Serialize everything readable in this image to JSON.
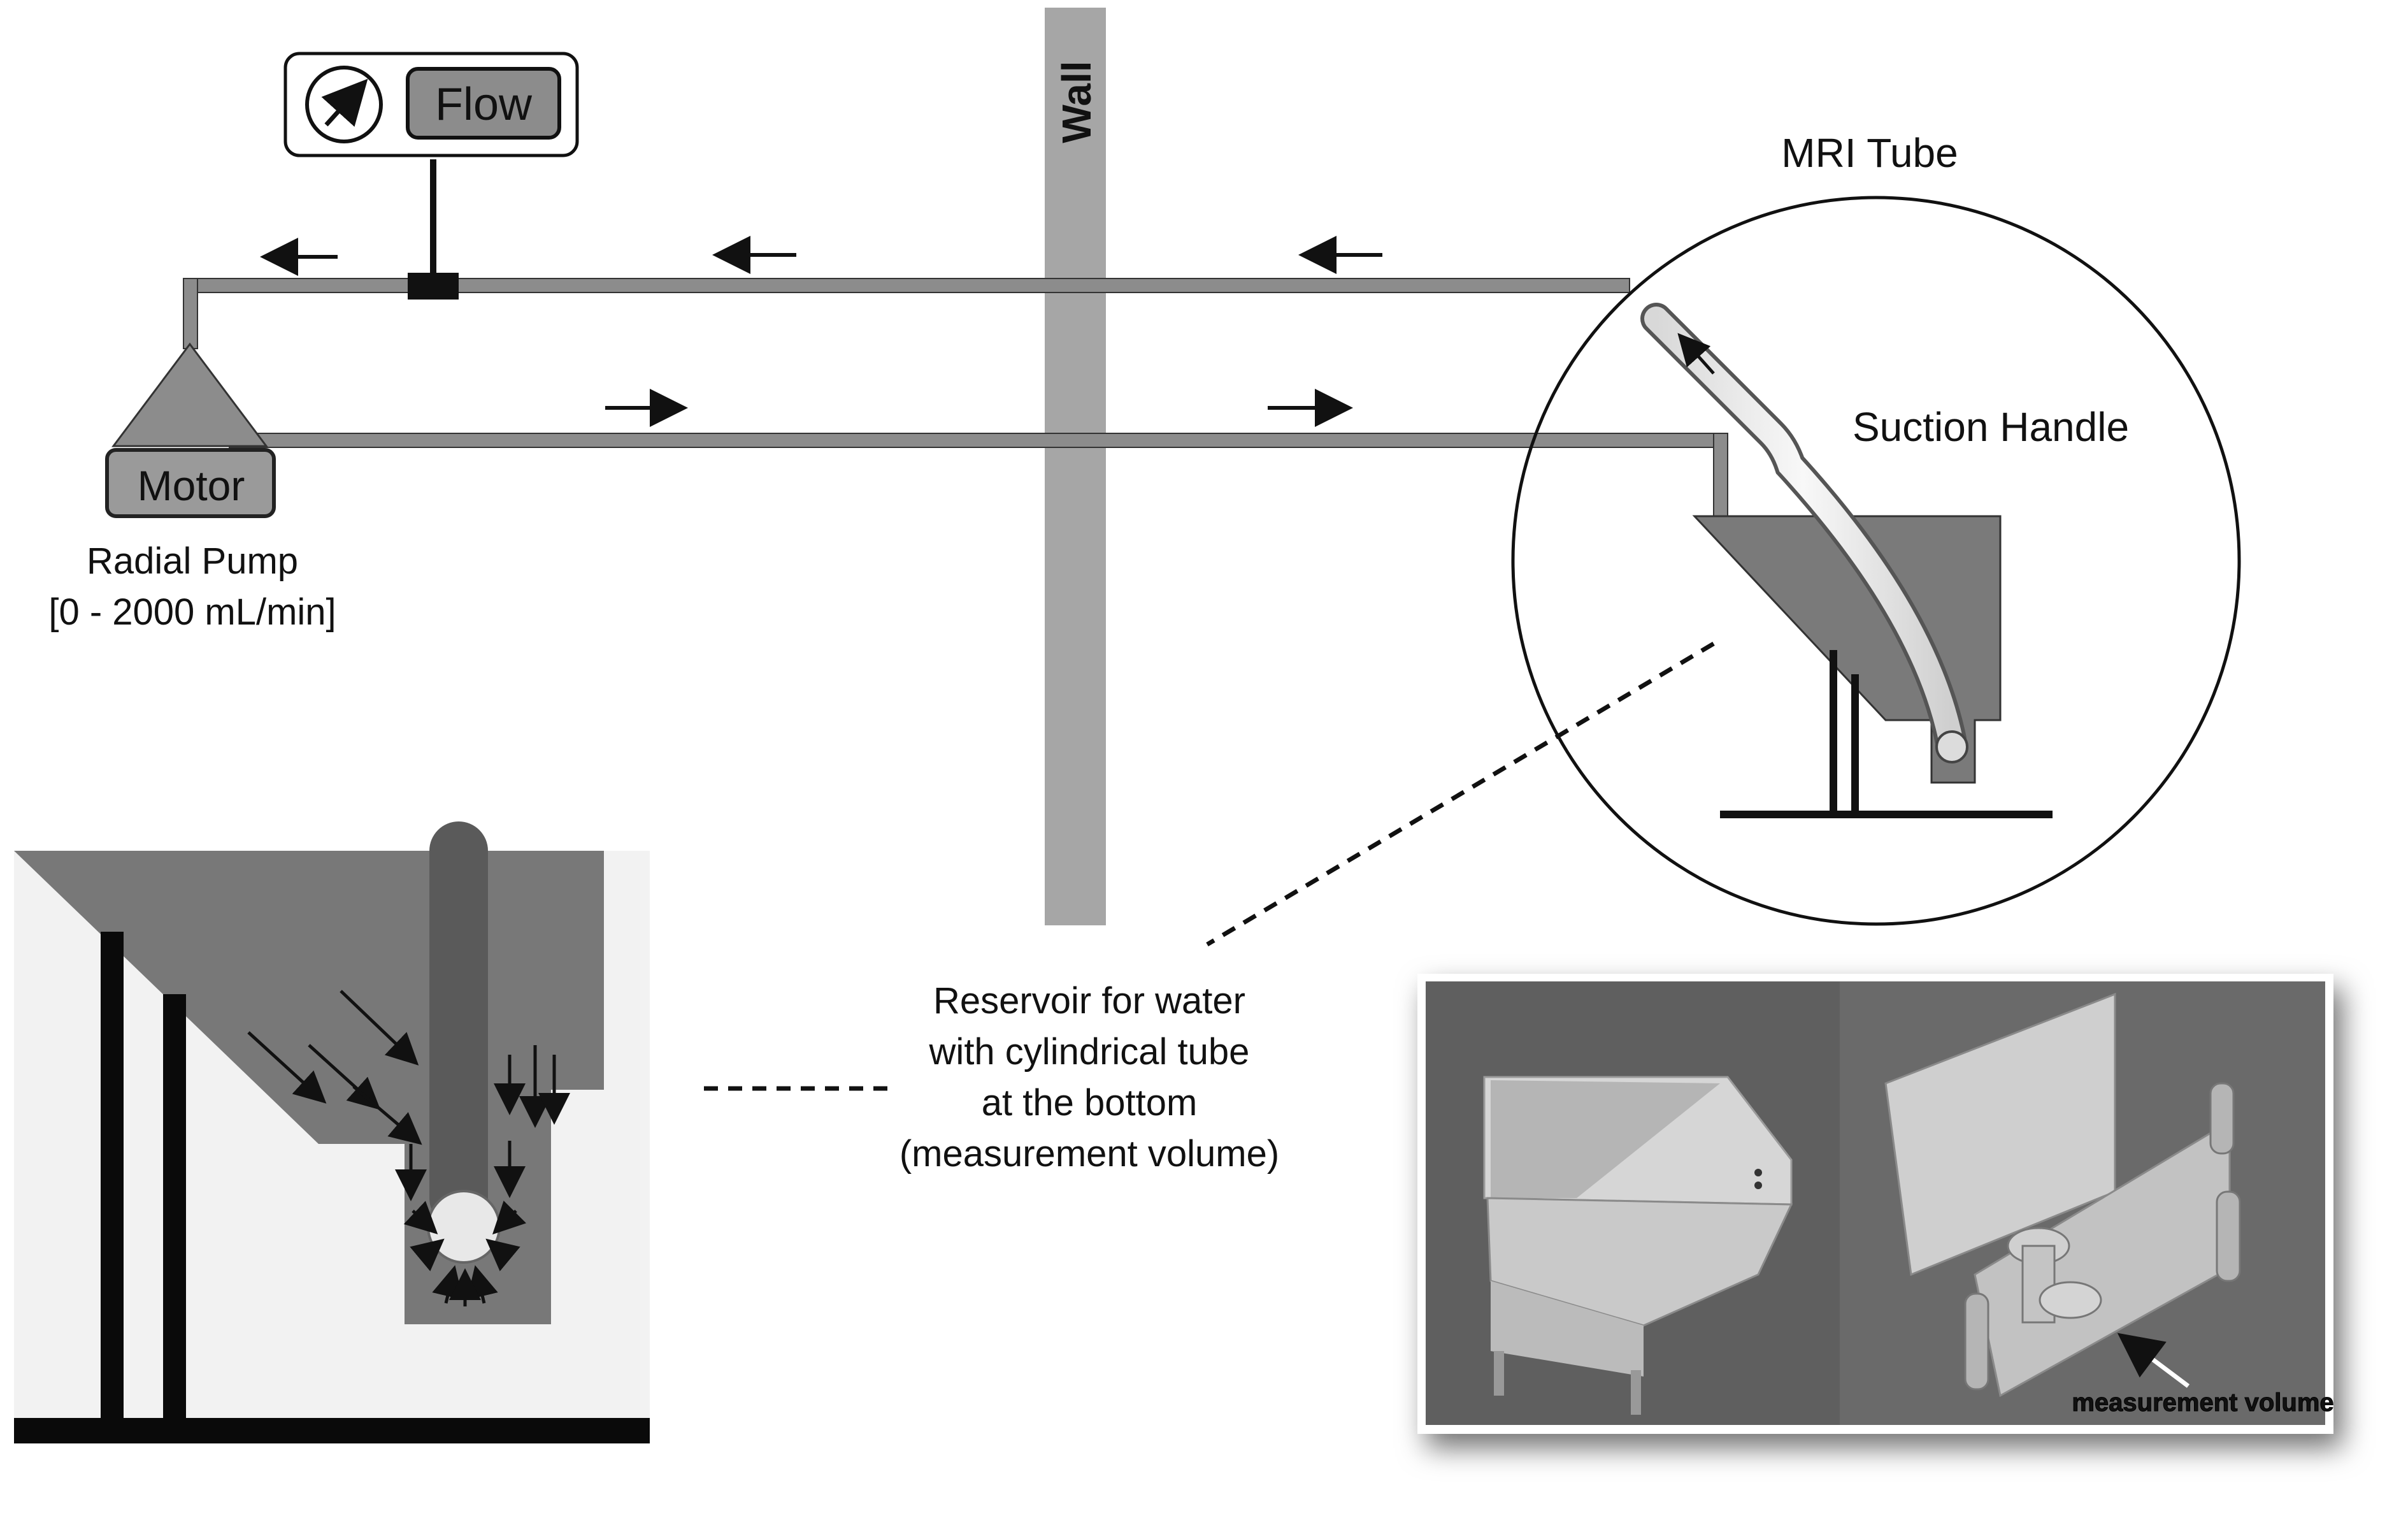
{
  "labels": {
    "flow": "Flow",
    "wall": "Wall",
    "mri_tube": "MRI Tube",
    "suction_handle": "Suction Handle",
    "motor": "Motor",
    "pump_name": "Radial Pump",
    "pump_range": "[0 - 2000 mL/min]",
    "reservoir_lines": [
      "Reservoir for water",
      "with cylindrical tube",
      "at the bottom",
      "(measurement volume)"
    ],
    "measurement_volume": "measurement volume"
  },
  "icons": {
    "gauge": "gauge-icon",
    "arrow": "flow-arrow-icon"
  },
  "colors": {
    "pipe": "#8c8c8c",
    "wall": "#a6a6a6",
    "reservoir": "#7a7a7a",
    "motor": "#9a9a9a",
    "photo_background": "#5f5f5f",
    "photo_part": "#c9c9c9"
  }
}
